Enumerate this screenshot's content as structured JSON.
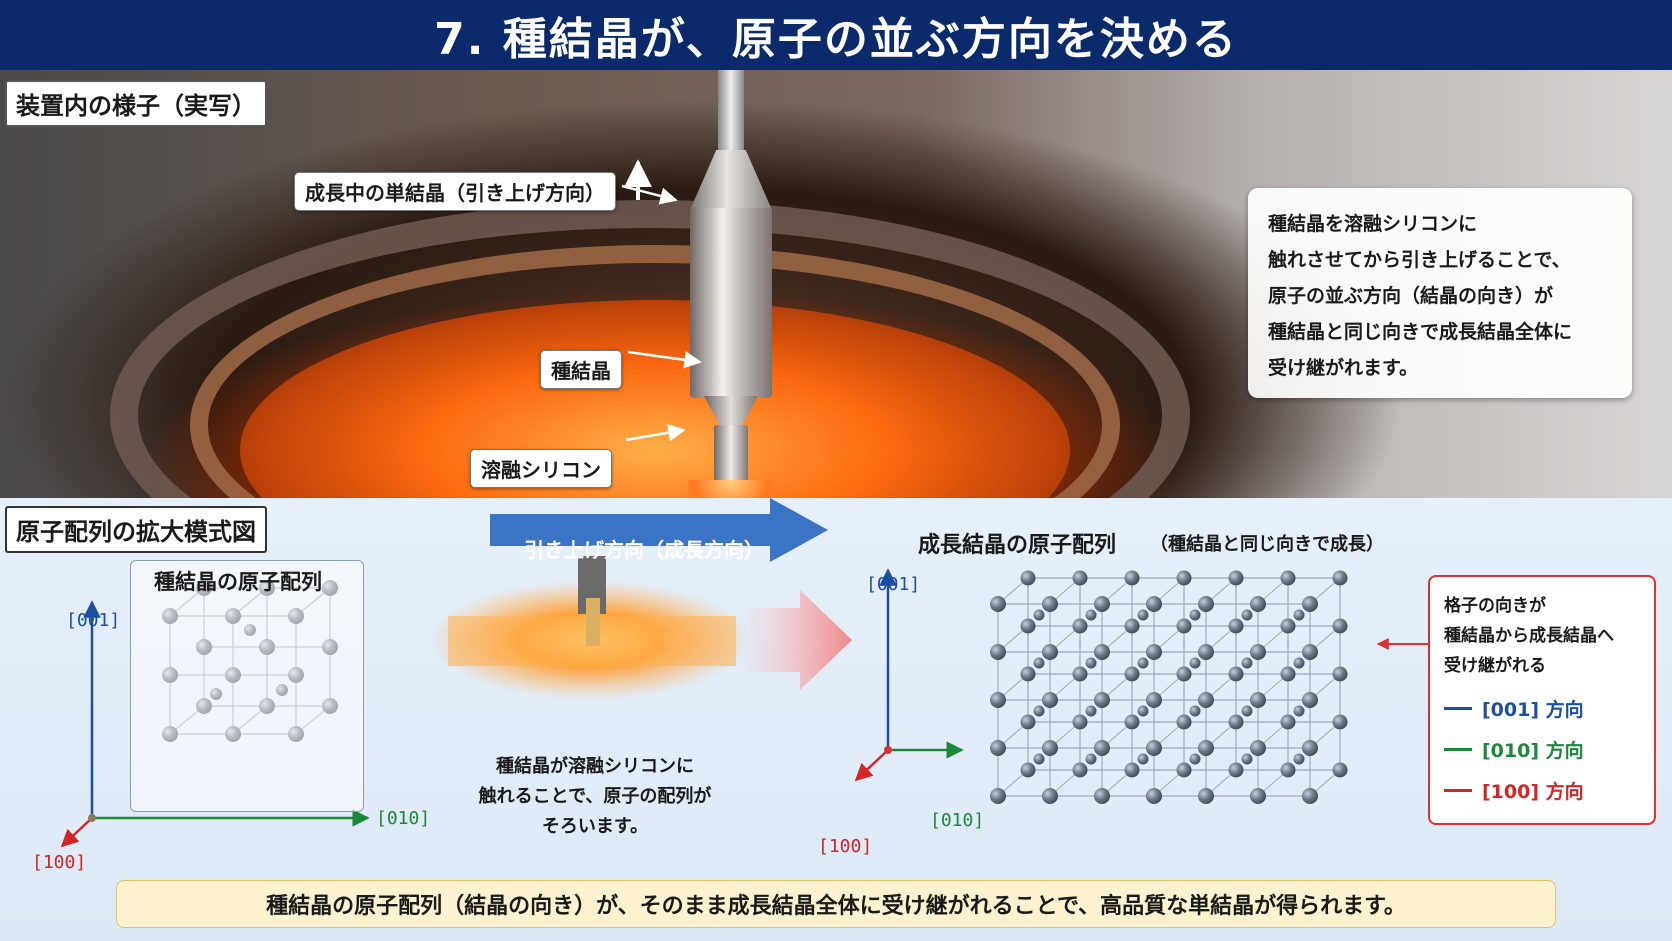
{
  "header": {
    "title": "7. 種結晶が、原子の並ぶ方向を決める"
  },
  "photo": {
    "section_label": "装置内の様子（実写）",
    "labels": {
      "growing_crystal": "成長中の単結晶（引き上げ方向）",
      "seed_crystal": "種結晶",
      "molten_silicon": "溶融シリコン"
    },
    "info_lines": [
      "種結晶を溶融シリコンに",
      "触れさせてから引き上げることで、",
      "原子の並ぶ方向（結晶の向き）が",
      "種結晶と同じ向きで成長結晶全体に",
      "受け継がれます。"
    ]
  },
  "diagram": {
    "section_label": "原子配列の拡大模式図",
    "seed_title": "種結晶の原子配列",
    "pull_arrow_label": "引き上げ方向（成長方向）",
    "growth_title": "成長結晶の原子配列",
    "growth_subtitle": "（種結晶と同じ向きで成長）",
    "axis_001": "[001]",
    "axis_010": "[010]",
    "axis_100": "[100]",
    "center_lines": [
      "種結晶が溶融シリコンに",
      "触れることで、原子の配列が",
      "そろいます。"
    ],
    "legend": {
      "title_lines": [
        "格子の向きが",
        "種結晶から成長結晶へ",
        "受け継がれる"
      ],
      "items": [
        {
          "label": "[001] 方向",
          "color": "#1b4fa0"
        },
        {
          "label": "[010] 方向",
          "color": "#1a8a3a"
        },
        {
          "label": "[100] 方向",
          "color": "#d42424"
        }
      ]
    }
  },
  "footer": {
    "text": "種結晶の原子配列（結晶の向き）が、そのまま成長結晶全体に受け継がれることで、高品質な単結晶が得られます。"
  },
  "colors": {
    "header_bg": "#0b2a6b",
    "accent_blue": "#3b74c4",
    "axis_blue": "#1b4fa0",
    "axis_green": "#1a8a3a",
    "axis_red": "#d42424"
  }
}
